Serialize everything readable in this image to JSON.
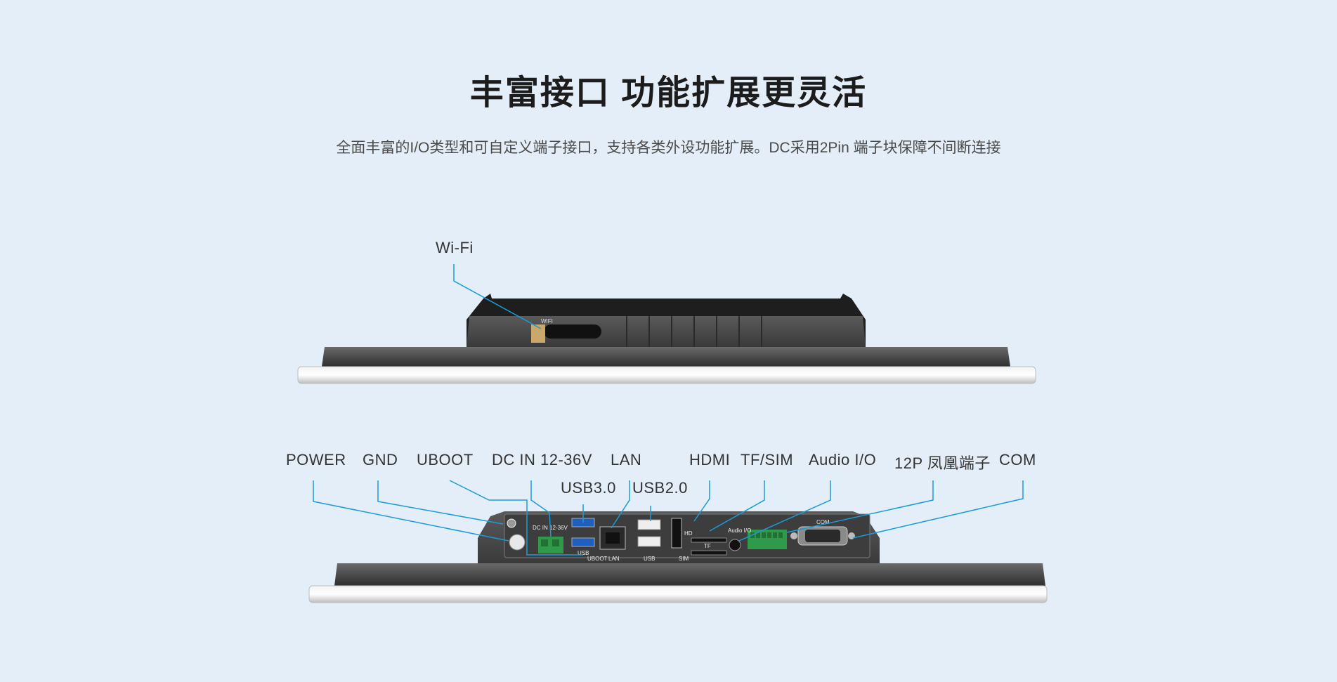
{
  "header": {
    "title": "丰富接口 功能扩展更灵活",
    "subtitle": "全面丰富的I/O类型和可自定义端子接口，支持各类外设功能扩展。DC采用2Pin 端子块保障不间断连接"
  },
  "top_view": {
    "wifi_label": "Wi-Fi",
    "device_print": "WIFI"
  },
  "bottom_view": {
    "labels": {
      "power": "POWER",
      "gnd": "GND",
      "uboot": "UBOOT",
      "dc_in": "DC IN 12-36V",
      "lan": "LAN",
      "usb3": "USB3.0",
      "usb2": "USB2.0",
      "hdmi": "HDMI",
      "tf_sim": "TF/SIM",
      "audio": "Audio I/O",
      "phoenix": "12P 凤凰端子",
      "com": "COM"
    },
    "device_print": {
      "dc": "DC IN 12-36V",
      "usb": "USB",
      "uboot": "UBOOT",
      "lan": "LAN",
      "usb2": "USB",
      "sim": "SIM",
      "tf": "TF",
      "hd": "HD",
      "audio": "Audio I/O",
      "com": "COM"
    }
  },
  "colors": {
    "background": "#e3eef8",
    "leader_line": "#1a9bd7",
    "device_body": "#4a4a4a",
    "bezel": "#d9d9d9"
  }
}
